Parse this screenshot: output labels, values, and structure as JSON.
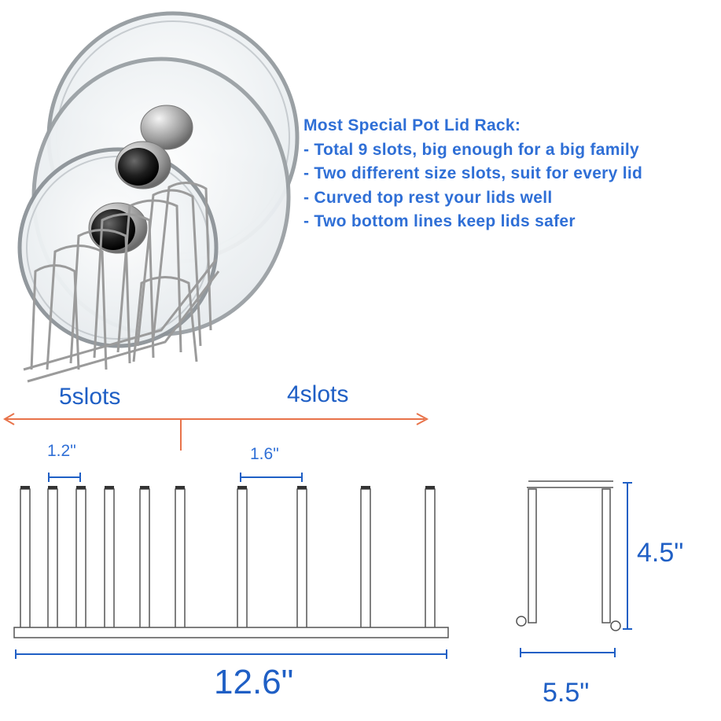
{
  "features": {
    "heading": "Most Special Pot Lid Rack:",
    "items": [
      "- Total 9 slots, big enough for a big family",
      "- Two different size slots, suit for every lid",
      "- Curved top rest your lids well",
      "- Two bottom lines keep lids safer"
    ]
  },
  "sections": {
    "left_slots": "5slots",
    "right_slots": "4slots"
  },
  "dimensions": {
    "small_slot_gap": "1.2\"",
    "large_slot_gap": "1.6\"",
    "length": "12.6\"",
    "height": "4.5\"",
    "width": "5.5\""
  },
  "colors": {
    "dimension_text": "#1f5fc5",
    "feature_text": "#2f6fd6",
    "arrow": "#e8734a",
    "wire": "#8a8a8a"
  },
  "icons": [
    "pot-lid-rack-photo",
    "rack-front-view",
    "rack-side-view"
  ]
}
